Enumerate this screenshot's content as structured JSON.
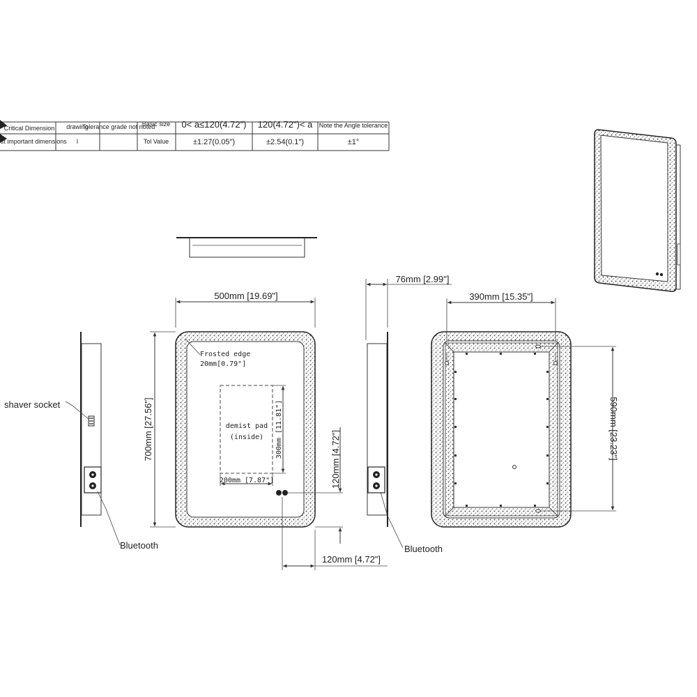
{
  "tolerance_table": {
    "rows": [
      [
        "Critical Dimension",
        "drawing",
        "Tolerance grade not noted",
        "Basic size",
        "0< a≤120(4.72\")",
        "120(4.72\")< a",
        "Note the Angle tolerance"
      ],
      [
        "Most important dimensions",
        "I",
        "",
        "Tol Value",
        "±1.27(0.05\")",
        "±2.54(0.1\")",
        "±1°"
      ]
    ]
  },
  "labels": {
    "width_front": "500mm [19.69\"]",
    "height_front": "700mm [27.56\"]",
    "frosted_edge_1": "Frosted edge",
    "frosted_edge_2": "20mm[0.79\"]",
    "demist_1": "demist pad",
    "demist_2": "(inside)",
    "demist_height": "300mm [11.81\"]",
    "demist_width": "200mm [7.87\"]",
    "bt_offset_v": "120mm [4.72\"]",
    "bt_offset_h": "120mm [4.72\"]",
    "depth": "76mm [2.99\"]",
    "back_width": "390mm [15.35\"]",
    "back_height": "590mm [23.23\"]",
    "shaver_socket": "shaver socket",
    "bluetooth_left": "Bluetooth",
    "bluetooth_right": "Bluetooth"
  },
  "colors": {
    "line": "#333333",
    "frosted": "#777777"
  }
}
